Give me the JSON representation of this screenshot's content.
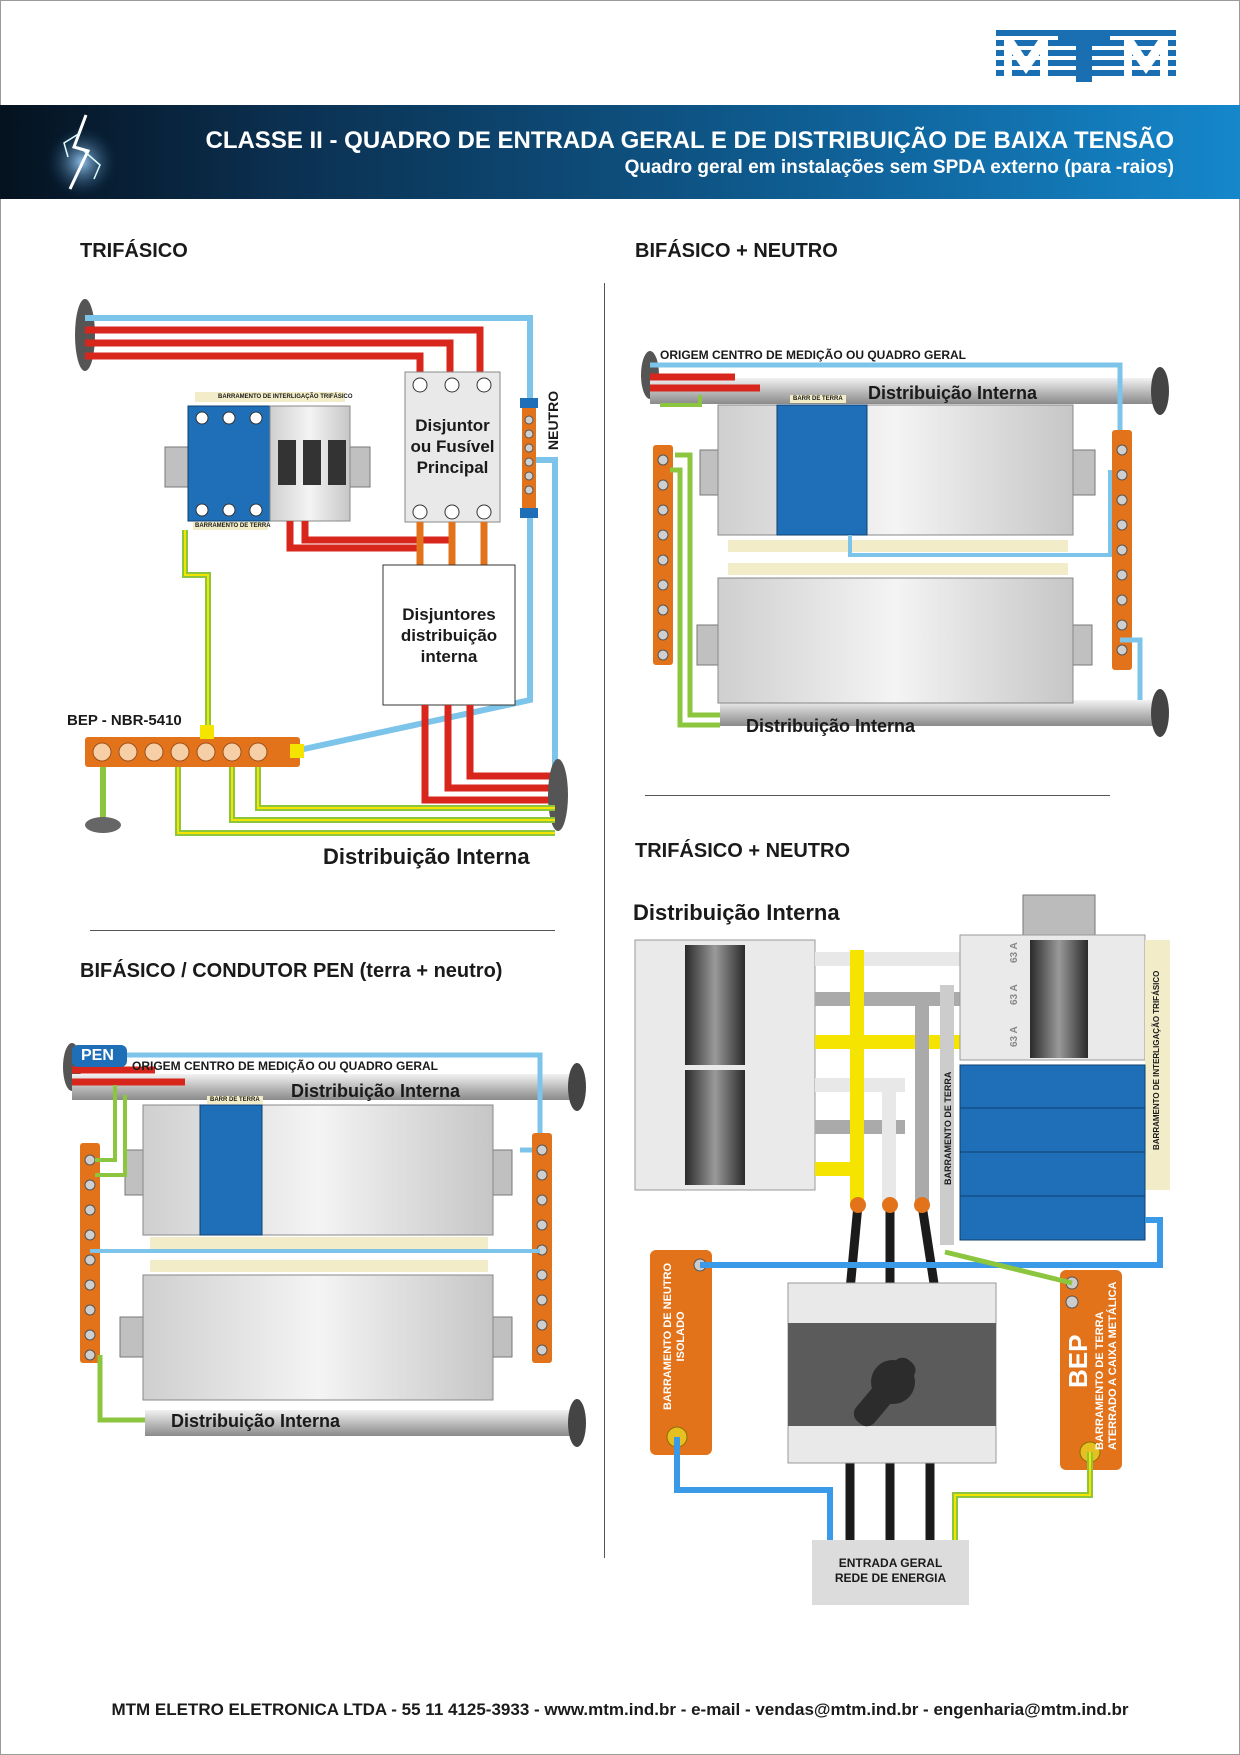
{
  "logo_text": "MTM",
  "header": {
    "title": "CLASSE II - QUADRO DE ENTRADA GERAL E DE DISTRIBUIÇÃO DE BAIXA TENSÃO",
    "subtitle": "Quadro geral em instalações sem SPDA externo (para -raios)"
  },
  "sections": {
    "trifasico": {
      "title": "TRIFÁSICO",
      "barramento_interligacao": "BARRAMENTO DE INTERLIGAÇÃO TRIFÁSICO",
      "barramento_terra": "BARRAMENTO DE TERRA",
      "disjuntor_principal": [
        "Disjuntor",
        "ou Fusível",
        "Principal"
      ],
      "disjuntores_distribuicao": [
        "Disjuntores",
        "distribuição",
        "interna"
      ],
      "neutro": "NEUTRO",
      "bep": "BEP - NBR-5410",
      "distribuicao": "Distribuição Interna"
    },
    "bifasico_neutro": {
      "title": "BIFÁSICO + NEUTRO",
      "origem": "ORIGEM CENTRO DE MEDIÇÃO OU QUADRO GERAL",
      "barr_terra": "BARR DE TERRA",
      "distribuicao_top": "Distribuição Interna",
      "distribuicao_bottom": "Distribuição Interna"
    },
    "bifasico_pen": {
      "title": "BIFÁSICO / CONDUTOR PEN (terra + neutro)",
      "pen": "PEN",
      "origem": "ORIGEM CENTRO DE MEDIÇÃO OU QUADRO GERAL",
      "barr_terra": "BARR DE TERRA",
      "distribuicao_top": "Distribuição Interna",
      "distribuicao_bottom": "Distribuição Interna"
    },
    "trifasico_neutro": {
      "title": "TRIFÁSICO + NEUTRO",
      "distribuicao": "Distribuição Interna",
      "breaker_rating": "63 A",
      "barramento_terra": "BARRAMENTO DE TERRA",
      "barramento_interligacao": "BARRAMENTO DE INTERLIGAÇÃO TRIFÁSICO",
      "barramento_neutro": [
        "BARRAMENTO DE NEUTRO",
        "ISOLADO"
      ],
      "bep": "BEP",
      "bep_desc": [
        "BARRAMENTO DE TERRA",
        "ATERRADO A CAIXA METÁLICA"
      ],
      "entrada": [
        "ENTRADA GERAL",
        "REDE  DE ENERGIA"
      ]
    }
  },
  "colors": {
    "phase_red": "#d9261c",
    "neutral_blue": "#7cc4ea",
    "ground_green": "#8cc63f",
    "ground_yellow": "#f5e400",
    "busbar_orange": "#e2731b",
    "dps_blue": "#1f6fb8"
  },
  "footer": "MTM ELETRO ELETRONICA LTDA - 55 11 4125-3933 - www.mtm.ind.br - e-mail - vendas@mtm.ind.br - engenharia@mtm.ind.br"
}
